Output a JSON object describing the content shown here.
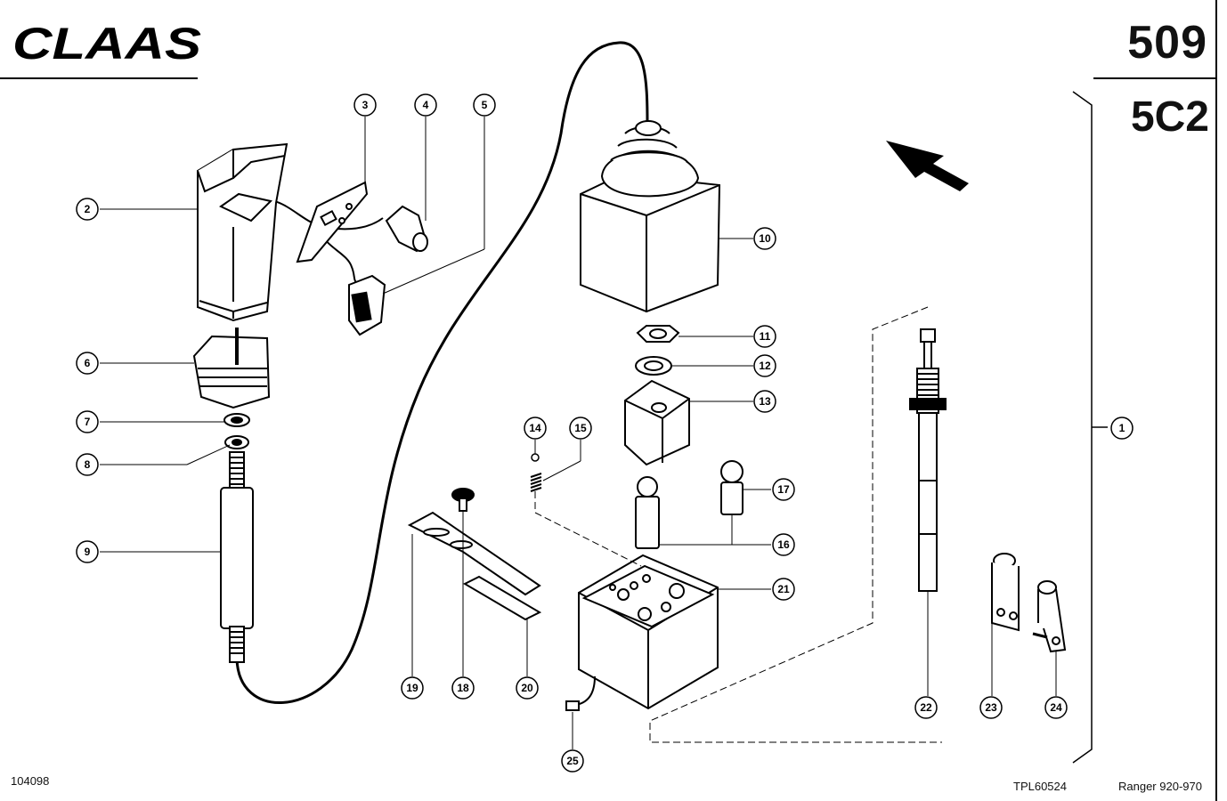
{
  "brand": "CLAAS",
  "page_number": "509",
  "section_code": "5C2",
  "doc_number": "104098",
  "drawing_ref": "TPL60524",
  "model": "Ranger  920-970",
  "callouts": [
    {
      "num": "1"
    },
    {
      "num": "2"
    },
    {
      "num": "3"
    },
    {
      "num": "4"
    },
    {
      "num": "5"
    },
    {
      "num": "6"
    },
    {
      "num": "7"
    },
    {
      "num": "8"
    },
    {
      "num": "9"
    },
    {
      "num": "10"
    },
    {
      "num": "11"
    },
    {
      "num": "12"
    },
    {
      "num": "13"
    },
    {
      "num": "14"
    },
    {
      "num": "15"
    },
    {
      "num": "16"
    },
    {
      "num": "17"
    },
    {
      "num": "18"
    },
    {
      "num": "19"
    },
    {
      "num": "20"
    },
    {
      "num": "21"
    },
    {
      "num": "22"
    },
    {
      "num": "23"
    },
    {
      "num": "24"
    },
    {
      "num": "25"
    }
  ]
}
